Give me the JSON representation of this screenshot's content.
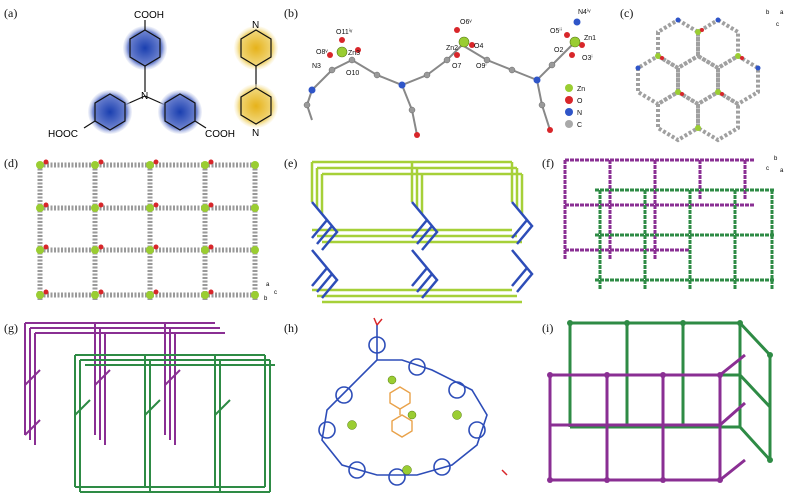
{
  "panels": {
    "a": {
      "label": "(a)",
      "cooh_top": "COOH",
      "cooh_left": "HOOC",
      "cooh_right": "COOH",
      "n_top": "N",
      "n_bottom": "N"
    },
    "b": {
      "label": "(b)",
      "atoms": {
        "o11": "O11ⁱᵛ",
        "o8": "O8ᵛ",
        "zn3": "Zn3",
        "n3": "N3",
        "o10": "O10",
        "o6": "O6ᵛ",
        "zn2": "Zn2",
        "o4": "O4",
        "o7": "O7",
        "o9": "O9ⁱ",
        "n4": "N4ⁱᵛ",
        "o5": "O5ⁱⁱ",
        "zn1": "Zn1",
        "o2": "O2",
        "o3": "O3ⁱ"
      },
      "legend": [
        "Zn",
        "O",
        "N",
        "C"
      ]
    },
    "c": {
      "label": "(c)",
      "axes": [
        "b",
        "a",
        "c"
      ]
    },
    "d": {
      "label": "(d)",
      "axes": [
        "a",
        "c",
        "b"
      ]
    },
    "e": {
      "label": "(e)"
    },
    "f": {
      "label": "(f)",
      "axes": [
        "b",
        "c",
        "a"
      ]
    },
    "g": {
      "label": "(g)"
    },
    "h": {
      "label": "(h)"
    },
    "i": {
      "label": "(i)"
    }
  },
  "colors": {
    "blue": "#2d4db8",
    "yellow": "#e9c02a",
    "lime": "#a6d038",
    "purple": "#8a2f93",
    "green": "#2e8b45",
    "grey": "#a9a9a9",
    "red": "#d8262a",
    "zn": "#9acd32",
    "n": "#2f55c8"
  }
}
